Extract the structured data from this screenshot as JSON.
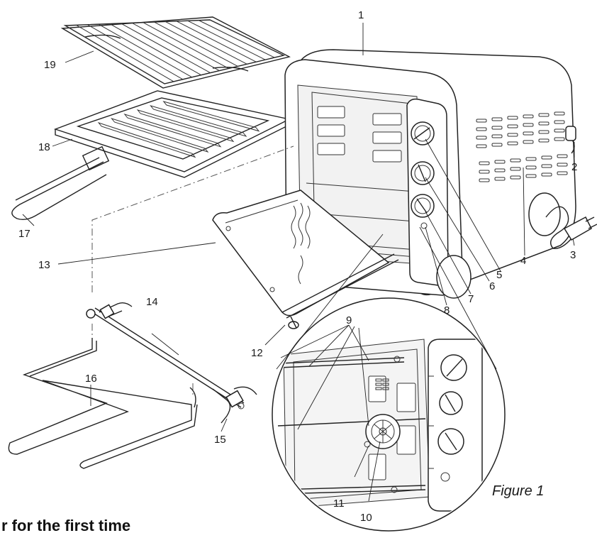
{
  "figure": {
    "caption": "Figure 1",
    "heading": "r for the first time",
    "callouts": [
      "1",
      "2",
      "3",
      "4",
      "5",
      "6",
      "7",
      "8",
      "9",
      "10",
      "11",
      "12",
      "13",
      "14",
      "15",
      "16",
      "17",
      "18",
      "19"
    ]
  }
}
